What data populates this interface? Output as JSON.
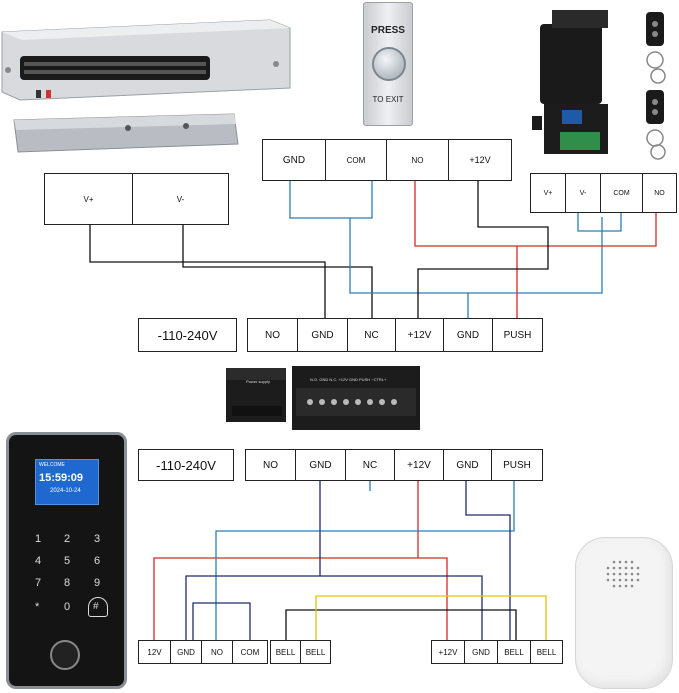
{
  "exit_button": {
    "top_text": "PRESS",
    "bottom_text": "TO EXIT"
  },
  "magnet_board": {
    "labels": [
      "V+",
      "V-"
    ]
  },
  "exit_board": {
    "labels": [
      "GND",
      "COM",
      "NO",
      "+12V"
    ]
  },
  "receiver_board": {
    "labels": [
      "V+",
      "V-",
      "COM",
      "NO"
    ]
  },
  "power_top": {
    "voltage": "-110-240V",
    "terminals": [
      "NO",
      "GND",
      "NC",
      "+12V",
      "GND",
      "PUSH"
    ]
  },
  "power_bottom": {
    "voltage": "-110-240V",
    "terminals": [
      "NO",
      "GND",
      "NC",
      "+12V",
      "GND",
      "PUSH"
    ]
  },
  "keypad_terminals": [
    "12V",
    "GND",
    "NO",
    "COM",
    "BELL",
    "BELL"
  ],
  "doorbell_terminals": [
    "+12V",
    "GND",
    "BELL",
    "BELL"
  ],
  "keypad": {
    "screen_title": "WELCOME",
    "time": "15:59:09",
    "date": "2024-10-24",
    "keys": [
      "1",
      "2",
      "3",
      "4",
      "5",
      "6",
      "7",
      "8",
      "9",
      "*",
      "0",
      "#"
    ]
  },
  "power_supply_labels": {
    "left_box": "Power supply",
    "strip": "N.O. GND N.C. +12V GND PUSH ~CTRL+"
  },
  "wire_colors": {
    "red": "#d9262a",
    "blue": "#2a7fb8",
    "navy": "#1f2e6b",
    "yellow": "#e6c400",
    "black": "#111111"
  }
}
